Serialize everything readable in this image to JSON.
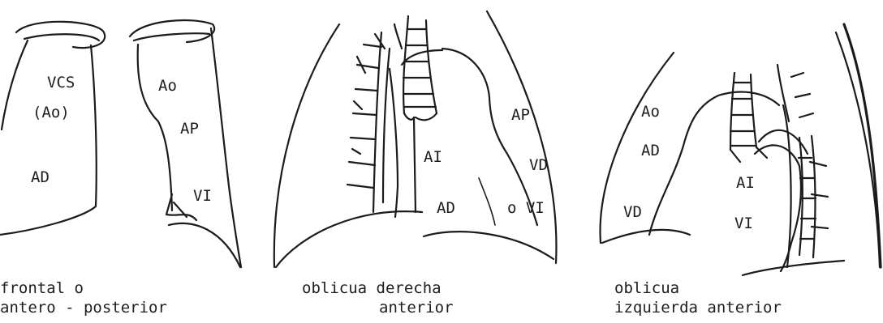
{
  "panels": [
    {
      "caption_line1": "frontal o",
      "caption_line2": "antero - posterior",
      "labels": {
        "vcs": "VCS",
        "ao_paren": "(Ao)",
        "ad": "AD",
        "ao": "Ao",
        "ap": "AP",
        "vi": "VI"
      }
    },
    {
      "caption_line1": "oblicua derecha",
      "caption_line2": "anterior",
      "labels": {
        "ai": "AI",
        "ap": "AP",
        "vd": "VD",
        "ad": "AD",
        "o_vi": "o VI"
      }
    },
    {
      "caption_line1": "oblicua",
      "caption_line2": "izquierda anterior",
      "labels": {
        "ao": "Ao",
        "ad": "AD",
        "vd": "VD",
        "ai": "AI",
        "vi": "VI"
      }
    }
  ]
}
